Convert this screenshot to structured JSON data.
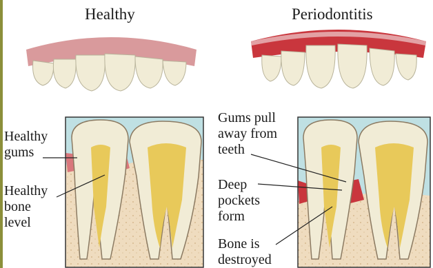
{
  "titles": {
    "healthy": "Healthy",
    "periodontitis": "Periodontitis"
  },
  "labels": {
    "healthy_gums": "Healthy\ngums",
    "healthy_bone_level": "Healthy\nbone\nlevel",
    "gums_pull_away": "Gums pull\naway from\nteeth",
    "deep_pockets": "Deep\npockets\nform",
    "bone_destroyed": "Bone is\ndestroyed"
  },
  "colors": {
    "border_accent": "#8c8f3a",
    "gum_healthy": "#d99a9c",
    "gum_inflamed": "#c9363d",
    "tooth": "#f1ecd6",
    "pulp": "#e8c95a",
    "bone": "#efdcbf",
    "background_tissue": "#bfe0e3"
  }
}
